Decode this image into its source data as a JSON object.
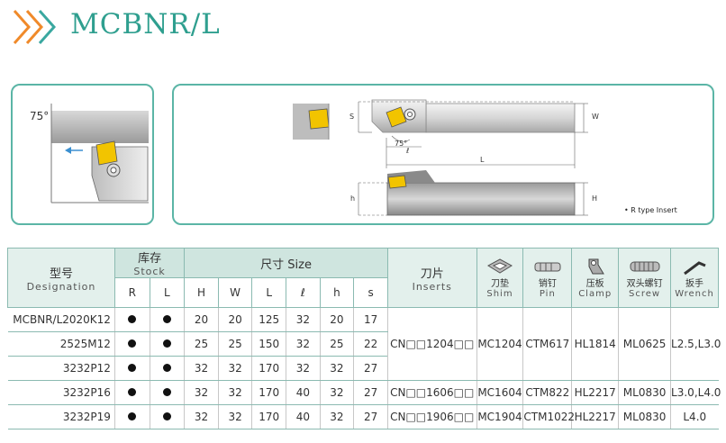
{
  "header": {
    "title": "MCBNR/L"
  },
  "diagram": {
    "angle_label": "75°",
    "dim_s": "S",
    "dim_w": "W",
    "dim_l": "L",
    "dim_h": "h",
    "dim_H": "H",
    "angle_small": "75°",
    "ell": "ℓ",
    "insert_note": "• R type Insert"
  },
  "table": {
    "designation_cn": "型号",
    "designation_en": "Designation",
    "stock_cn": "库存",
    "stock_en": "Stock",
    "stock_r": "R",
    "stock_l": "L",
    "size_label": "尺寸 Size",
    "size_cols": [
      "H",
      "W",
      "L",
      "ℓ",
      "h",
      "s"
    ],
    "inserts_cn": "刀片",
    "inserts_en": "Inserts",
    "shim_cn": "刀垫",
    "shim_en": "Shim",
    "pin_cn": "销钉",
    "pin_en": "Pin",
    "clamp_cn": "压板",
    "clamp_en": "Clamp",
    "screw_cn": "双头螺钉",
    "screw_en": "Screw",
    "wrench_cn": "扳手",
    "wrench_en": "Wrench",
    "rows": [
      {
        "model": "MCBNR/L2020K12",
        "H": "20",
        "W": "20",
        "L": "125",
        "l": "32",
        "h": "20",
        "s": "17"
      },
      {
        "model": "2525M12",
        "H": "25",
        "W": "25",
        "L": "150",
        "l": "32",
        "h": "25",
        "s": "22"
      },
      {
        "model": "3232P12",
        "H": "32",
        "W": "32",
        "L": "170",
        "l": "32",
        "h": "32",
        "s": "27"
      },
      {
        "model": "3232P16",
        "H": "32",
        "W": "32",
        "L": "170",
        "l": "40",
        "h": "32",
        "s": "27"
      },
      {
        "model": "3232P19",
        "H": "32",
        "W": "32",
        "L": "170",
        "l": "40",
        "h": "32",
        "s": "27"
      }
    ],
    "groups": [
      {
        "insert": "CN□□1204□□",
        "shim": "MC1204",
        "pin": "CTM617",
        "clamp": "HL1814",
        "screw": "ML0625",
        "wrench": "L2.5,L3.0"
      },
      {
        "insert": "CN□□1606□□",
        "shim": "MC1604",
        "pin": "CTM822",
        "clamp": "HL2217",
        "screw": "ML0830",
        "wrench": "L3.0,L4.0"
      },
      {
        "insert": "CN□□1906□□",
        "shim": "MC1904",
        "pin": "CTM1022",
        "clamp": "HL2217",
        "screw": "ML0830",
        "wrench": "L4.0"
      }
    ]
  },
  "colors": {
    "accent": "#2f9f8f",
    "border": "#5bb5a6",
    "header_bg": "#cfe5df",
    "chevron1": "#f08a2a",
    "chevron2": "#3aa8a0",
    "insert_yellow": "#f2c400"
  }
}
